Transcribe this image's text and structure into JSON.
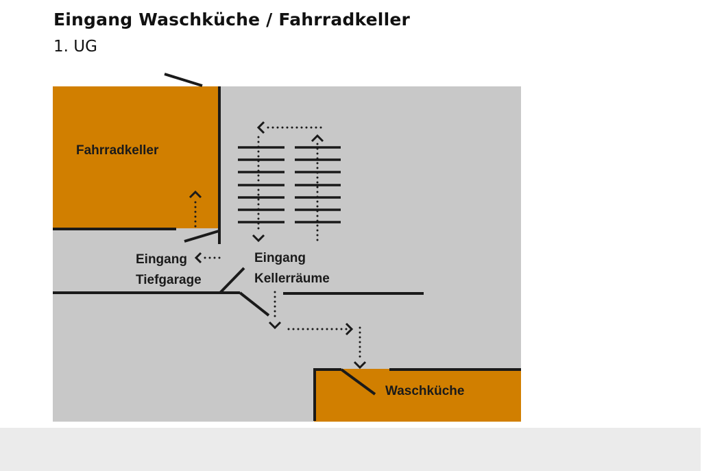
{
  "header": {
    "title": "Eingang Waschküche / Fahrradkeller",
    "subtitle": "1. UG"
  },
  "colors": {
    "floor": "#c8c8c8",
    "room": "#d17f00",
    "wall": "#1a1a1a",
    "band": "#ebebeb"
  },
  "rooms": {
    "bike_cellar": "Fahrradkeller",
    "laundry": "Waschküche"
  },
  "labels": {
    "garage_entrance_line1": "Eingang",
    "garage_entrance_line2": "Tiefgarage",
    "cellar_entrance_line1": "Eingang",
    "cellar_entrance_line2": "Kellerräume"
  }
}
